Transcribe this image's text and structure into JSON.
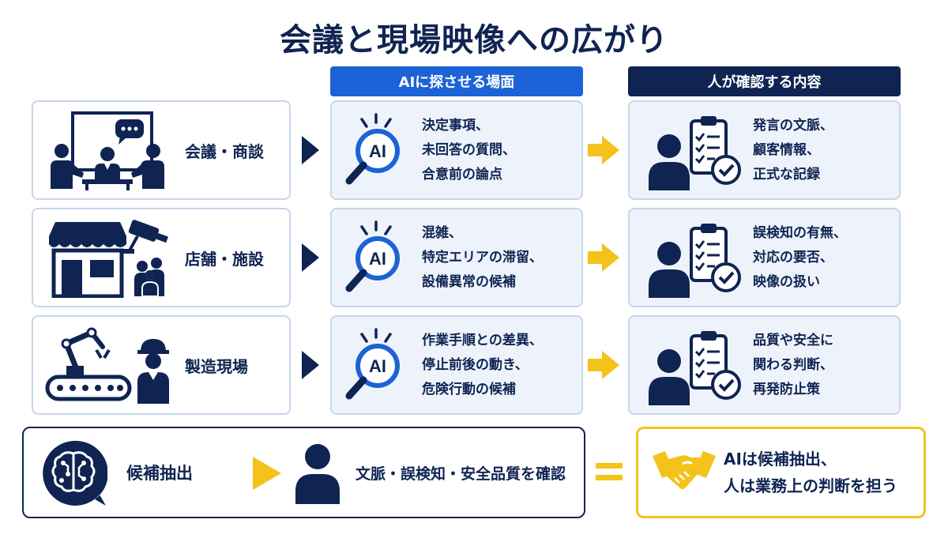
{
  "title": "会議と現場映像への広がり",
  "headers": {
    "ai": "AIに探させる場面",
    "human": "人が確認する内容"
  },
  "rows": [
    {
      "category": "会議・商談",
      "ai_lines": [
        "決定事項、",
        "未回答の質問、",
        "合意前の論点"
      ],
      "human_lines": [
        "発言の文脈、",
        "顧客情報、",
        "正式な記録"
      ]
    },
    {
      "category": "店舗・施設",
      "ai_lines": [
        "混雑、",
        "特定エリアの滞留、",
        "設備異常の候補"
      ],
      "human_lines": [
        "誤検知の有無、",
        "対応の要否、",
        "映像の扱い"
      ]
    },
    {
      "category": "製造現場",
      "ai_lines": [
        "作業手順との差異、",
        "停止前後の動き、",
        "危険行動の候補"
      ],
      "human_lines": [
        "品質や安全に",
        "関わる判断、",
        "再発防止策"
      ]
    }
  ],
  "ai_badge": "AI",
  "summary": {
    "step1": "候補抽出",
    "step2": "文脈・誤検知・安全品質を確認",
    "result_lines": [
      "AIは候補抽出、",
      "人は業務上の判断を担う"
    ]
  },
  "colors": {
    "navy": "#0f2452",
    "blue": "#1b63d6",
    "yellow": "#f4c21b",
    "panel": "#eef3fb"
  },
  "icons": {
    "row1": "meeting-icon",
    "row2": "store-camera-icon",
    "row3": "factory-robot-icon",
    "ai": "ai-magnifier-icon",
    "human": "person-checklist-icon",
    "brain": "brain-circuit-icon",
    "handshake": "handshake-icon"
  }
}
